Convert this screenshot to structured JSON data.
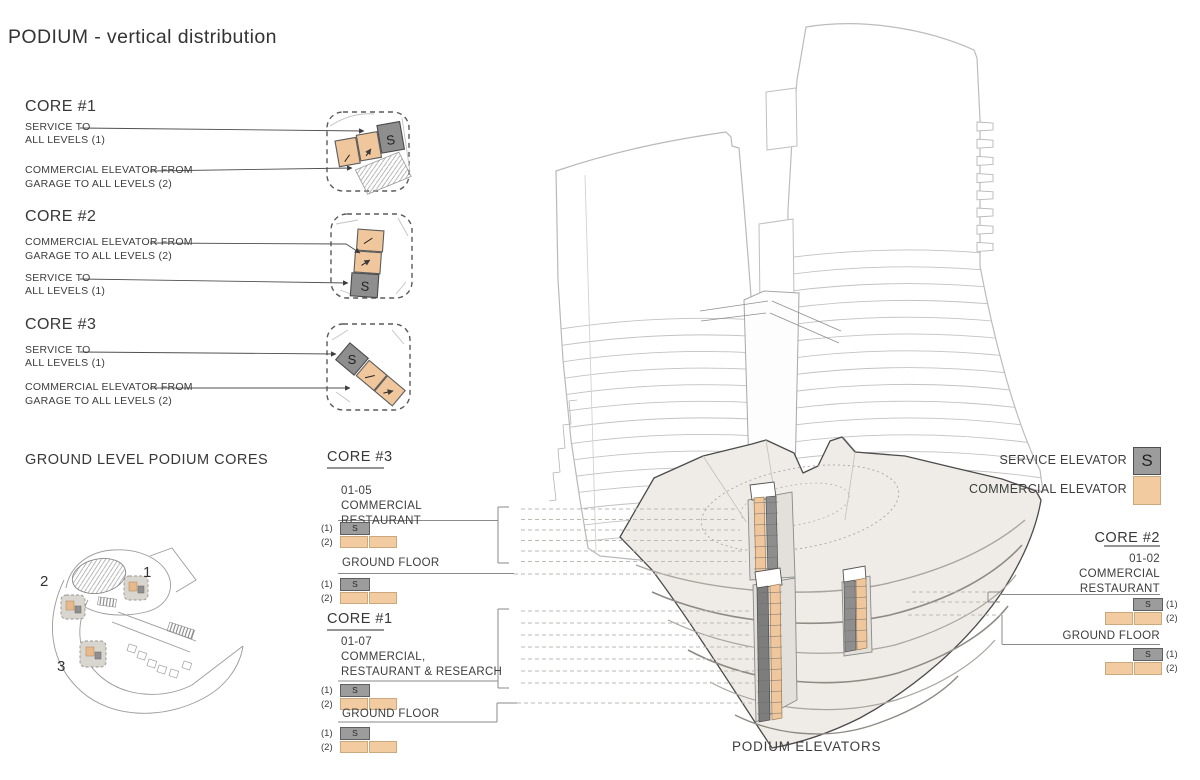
{
  "title": "PODIUM - vertical distribution",
  "callouts": {
    "core1": {
      "title": "CORE #1",
      "service_l1": "SERVICE TO",
      "service_l2": "ALL LEVELS (1)",
      "commercial_l1": "COMMERCIAL ELEVATOR FROM",
      "commercial_l2": "GARAGE TO ALL LEVELS (2)"
    },
    "core2": {
      "title": "CORE #2",
      "commercial_l1": "COMMERCIAL ELEVATOR FROM",
      "commercial_l2": "GARAGE TO ALL LEVELS (2)",
      "service_l1": "SERVICE TO",
      "service_l2": "ALL LEVELS (1)"
    },
    "core3": {
      "title": "CORE #3",
      "service_l1": "SERVICE TO",
      "service_l2": "ALL LEVELS (1)",
      "commercial_l1": "COMMERCIAL ELEVATOR FROM",
      "commercial_l2": "GARAGE TO ALL LEVELS (2)"
    }
  },
  "ground_plan": {
    "heading": "GROUND LEVEL PODIUM CORES",
    "labels": {
      "n1": "1",
      "n2": "2",
      "n3": "3"
    }
  },
  "stack_core3": {
    "title": "CORE #3",
    "floors": "01-05",
    "use_l1": "COMMERCIAL",
    "use_l2": "RESTAURANT",
    "ground": "GROUND FLOOR",
    "r1": "(1)",
    "r2": "(2)",
    "s": "S"
  },
  "stack_core1": {
    "title": "CORE #1",
    "floors": "01-07",
    "use_l1": "COMMERCIAL,",
    "use_l2": "RESTAURANT & RESEARCH",
    "ground": "GROUND FLOOR",
    "r1": "(1)",
    "r2": "(2)",
    "s": "S"
  },
  "stack_core2": {
    "title": "CORE #2",
    "floors": "01-02",
    "use_l1": "COMMERCIAL",
    "use_l2": "RESTAURANT",
    "ground": "GROUND FLOOR",
    "r1": "(1)",
    "r2": "(2)",
    "s": "S"
  },
  "legend": {
    "service": "SERVICE ELEVATOR",
    "service_symbol": "S",
    "commercial": "COMMERCIAL ELEVATOR"
  },
  "footer": {
    "caption": "PODIUM ELEVATORS"
  },
  "mini_s": "S",
  "colors": {
    "commercial": "#f2cba1",
    "service": "#9c9c9c"
  }
}
